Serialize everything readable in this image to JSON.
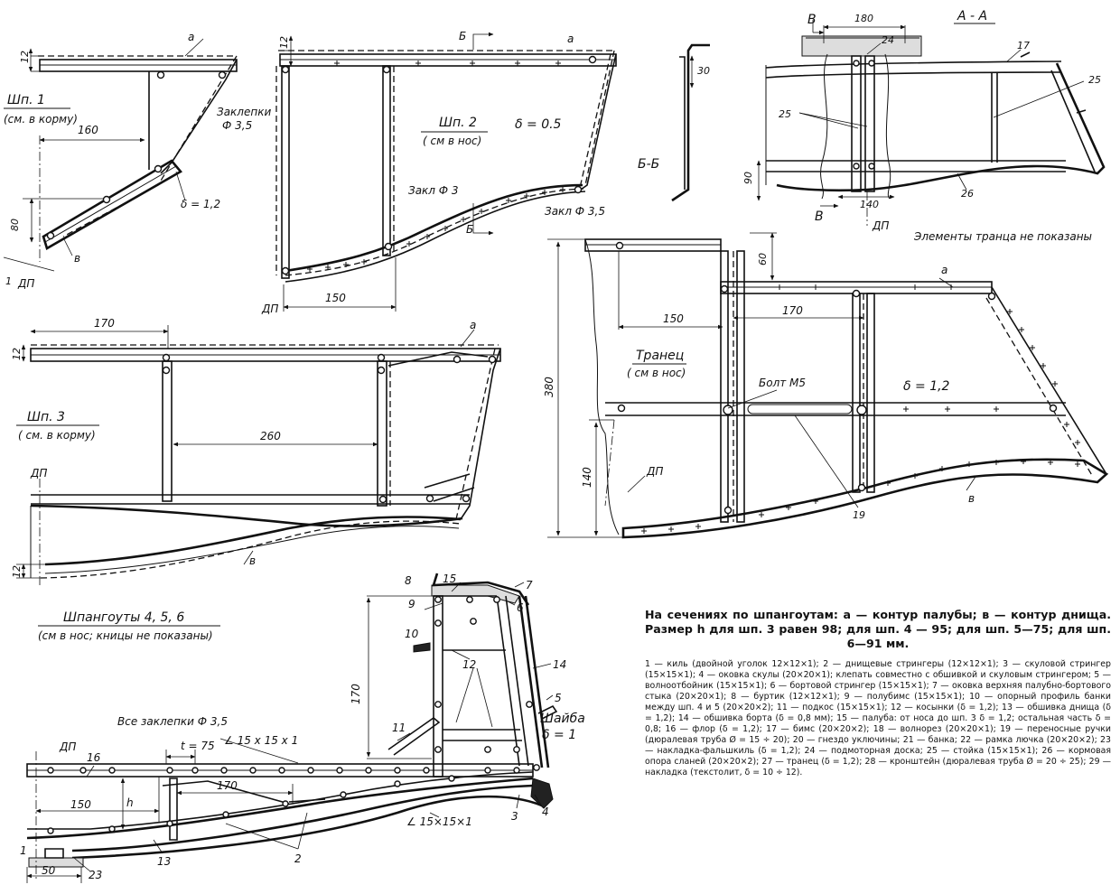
{
  "labels": {
    "a": "а",
    "v": "в",
    "dp": "ДП",
    "sp1": "Шп. 1",
    "sp1_dir": "(см. в корму)",
    "rivets_1": "Заклепки",
    "rivets_1_d": "Ф 3,5",
    "delta_12": "δ = 1,2",
    "sp2": "Шп. 2",
    "sp2_dir": "( см в нос)",
    "delta_05": "δ = 0.5",
    "zakl3": "Закл Ф 3",
    "zakl35": "Закл Ф 3,5",
    "b": "Б",
    "bb": "Б-Б",
    "aa": "А - А",
    "B": "В",
    "transom_note": "Элементы транца не показаны",
    "sp3": "Шп. 3",
    "sp3_dir": "( см. в корму)",
    "tranec": "Транец",
    "tranec_dir": "( см в нос)",
    "bolt": "Болт М5",
    "delta_12b": "δ = 1,2",
    "frames456": "Шпангоуты 4, 5, 6",
    "frames456_dir": "(см в нос; кницы не показаны)",
    "all_rivets": "Все заклепки Ф 3,5",
    "t75": "t = 75",
    "prof1": "∠ 15 x 15 x 1",
    "prof2": "∠ 15×15×1",
    "washer": "Шайба",
    "washer_d": "δ = 1",
    "h": "h"
  },
  "dims": {
    "d12a": "12",
    "d160": "160",
    "d80": "80",
    "d1": "1",
    "d12b": "12",
    "d150a": "150",
    "d30": "30",
    "d180": "180",
    "d90": "90",
    "d140a": "140",
    "d60": "60",
    "d150b": "150",
    "d170a": "170",
    "d380": "380",
    "d140b": "140",
    "d170b": "170",
    "d12c": "12",
    "d260": "260",
    "d12d": "12",
    "d170c": "170",
    "d150c": "150",
    "d170d": "170",
    "d50": "50"
  },
  "parts": {
    "p1": "1",
    "p2": "2",
    "p3": "3",
    "p4": "4",
    "p5": "5",
    "p6": "6",
    "p7": "7",
    "p8": "8",
    "p9": "9",
    "p10": "10",
    "p11": "11",
    "p12": "12",
    "p13": "13",
    "p14": "14",
    "p15": "15",
    "p16": "16",
    "p17": "17",
    "p19": "19",
    "p23": "23",
    "p24": "24",
    "p25": "25",
    "p25b": "25",
    "p26": "26"
  },
  "caption": {
    "title": "На сечениях по шпангоутам: а — контур палубы; в — контур днища. Размер h для шп. 3 равен 98; для шп. 4 — 95; для шп. 5—75; для шп. 6—91 мм.",
    "legend": "1 — киль (двойной уголок 12×12×1); 2 — днищевые стрингеры (12×12×1); 3 — скуловой стрингер (15×15×1); 4 — оковка скулы (20×20×1); клепать совместно с обшивкой и скуловым стрингером; 5 — волноотбойник (15×15×1); 6 — бортовой стрингер (15×15×1); 7 — оковка верхняя палубно-бортового стыка (20×20×1); 8 — буртик (12×12×1); 9 — полубимс (15×15×1); 10 — опорный профиль банки между шп. 4 и 5 (20×20×2); 11 — подкос (15×15×1); 12 — косынки (δ = 1,2); 13 — обшивка днища (δ = 1,2); 14 — обшивка борта (δ = 0,8 мм); 15 — палуба: от носа до шп. 3 δ = 1,2; остальная часть δ = 0,8; 16 — флор (δ = 1,2); 17 — бимс (20×20×2); 18 — волнорез (20×20×1); 19 — переносные ручки (дюралевая труба Ø = 15 ÷ 20); 20 — гнездо уключины; 21 — банка; 22 — рамка лючка (20×20×2); 23 — накладка-фальшкиль (δ = 1,2); 24 — подмоторная доска; 25 — стойка (15×15×1); 26 — кормовая опора сланей (20×20×2); 27 — транец (δ = 1,2); 28 — кронштейн (дюралевая труба Ø = 20 ÷ 25); 29 — накладка (текстолит, δ = 10 ÷ 12)."
  }
}
